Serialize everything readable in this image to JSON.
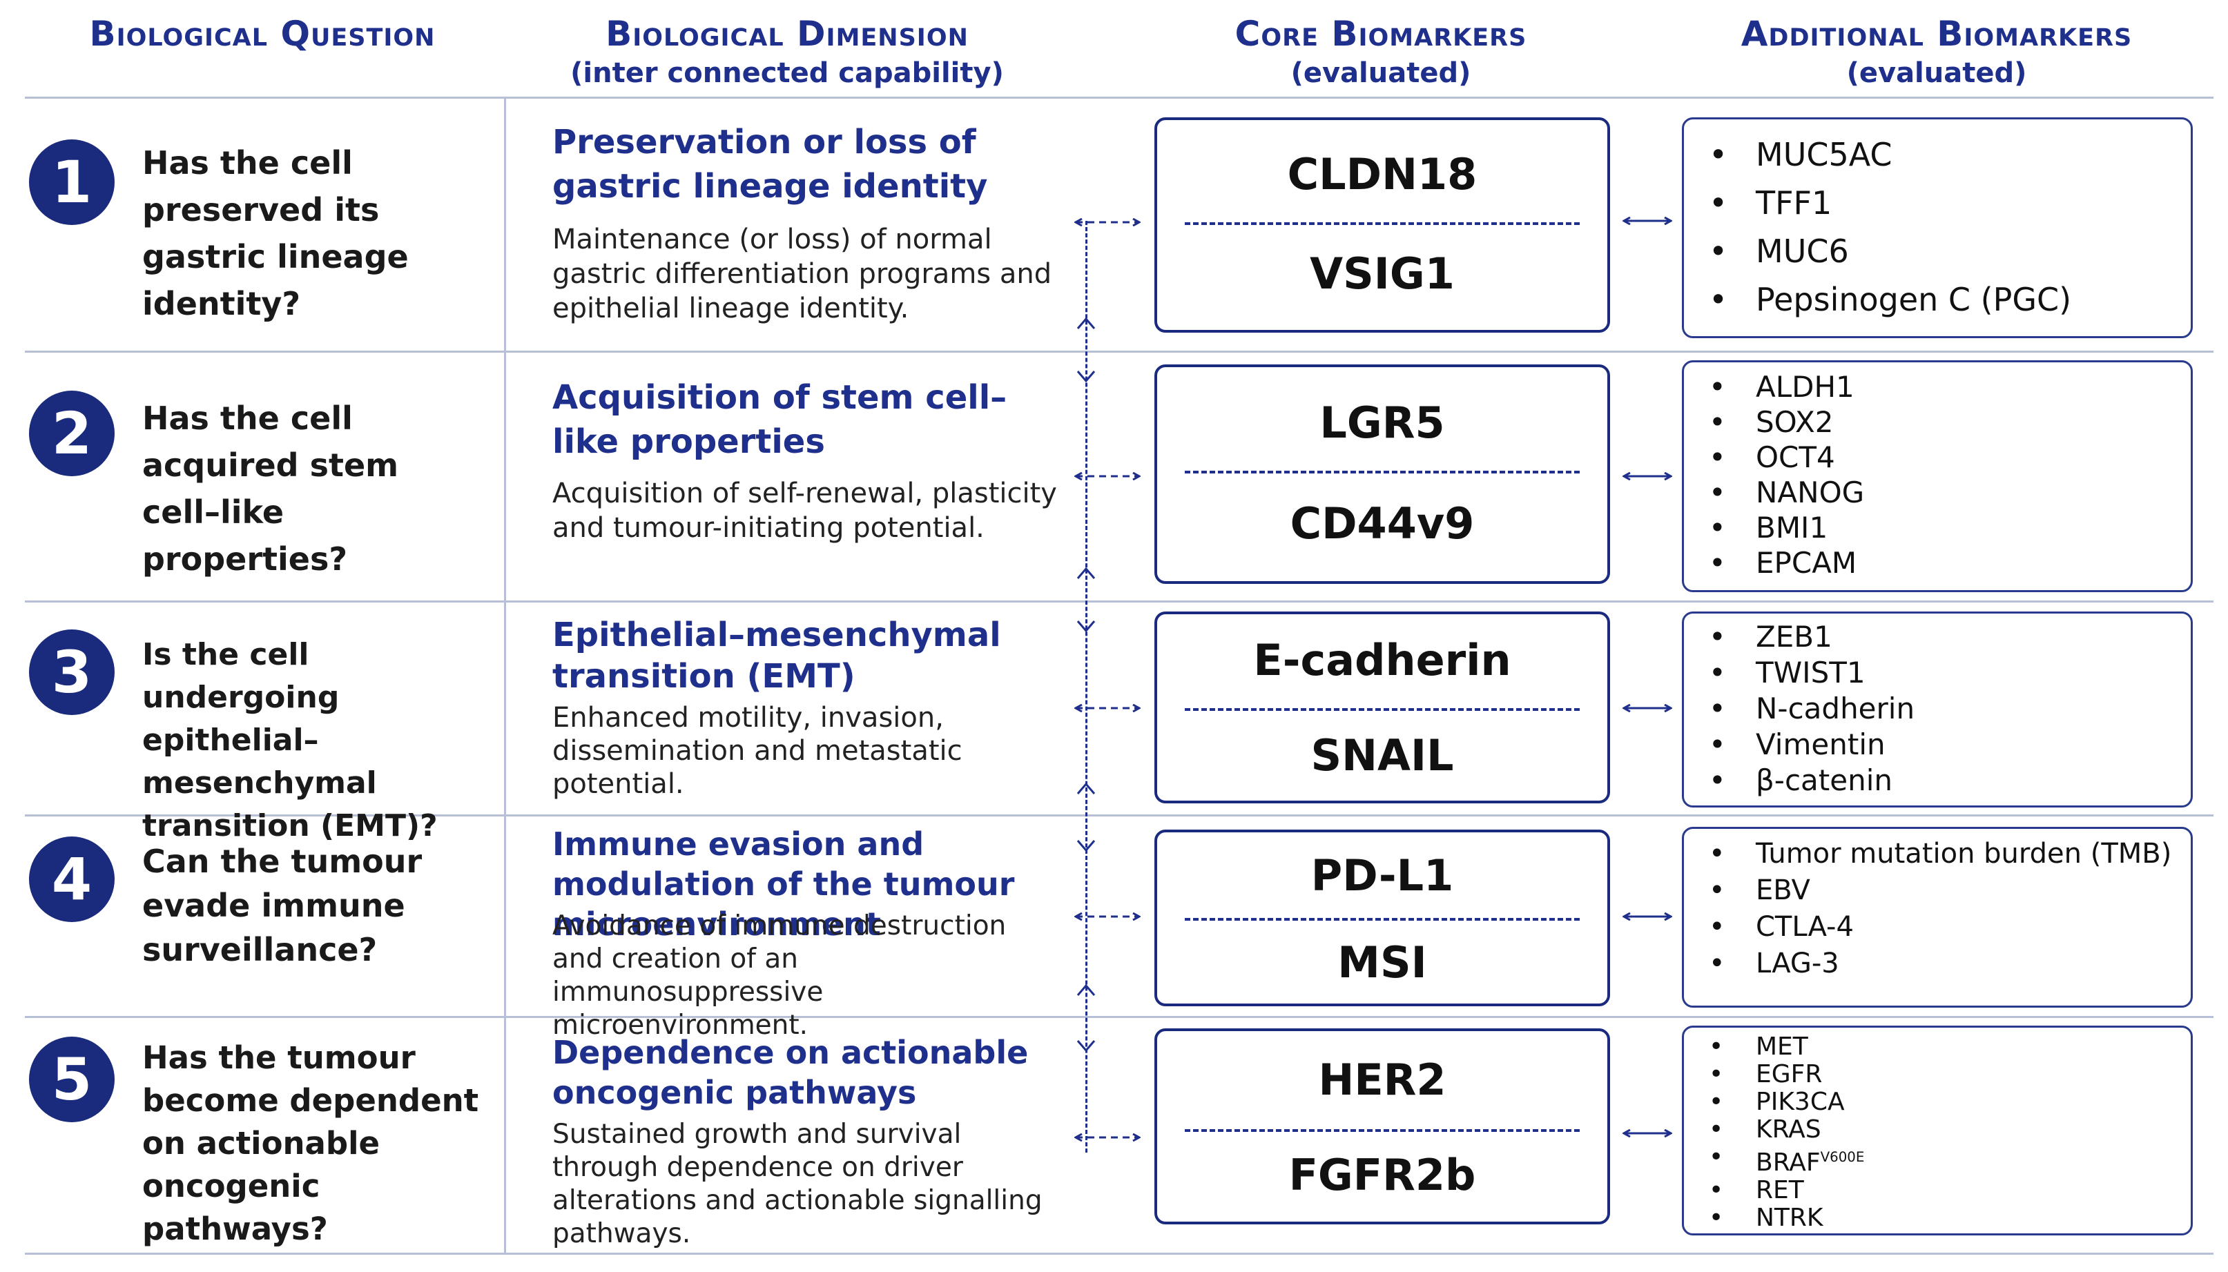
{
  "headers": {
    "question": {
      "title": "Biological Question",
      "subtitle": ""
    },
    "dimension": {
      "title": "Biological Dimension",
      "subtitle": "(inter connected capability)"
    },
    "core": {
      "title": "Core Biomarkers",
      "subtitle": "(evaluated)"
    },
    "additional": {
      "title": "Additional Biomarkers",
      "subtitle": "(evaluated)"
    }
  },
  "rows": [
    {
      "number": "1",
      "question": "Has the cell preserved its gastric lineage identity?",
      "dimension_title": "Preservation or loss of gastric lineage identity",
      "dimension_desc": "Maintenance (or loss) of normal gastric differentiation programs and epithelial lineage identity.",
      "core": [
        "CLDN18",
        "VSIG1"
      ],
      "additional": [
        "MUC5AC",
        "TFF1",
        "MUC6",
        "Pepsinogen C (PGC)"
      ]
    },
    {
      "number": "2",
      "question": "Has the cell acquired stem cell–like properties?",
      "dimension_title": "Acquisition of stem cell–like properties",
      "dimension_desc": "Acquisition of self-renewal, plasticity and tumour-initiating potential.",
      "core": [
        "LGR5",
        "CD44v9"
      ],
      "additional": [
        "ALDH1",
        "SOX2",
        "OCT4",
        "NANOG",
        "BMI1",
        "EPCAM"
      ]
    },
    {
      "number": "3",
      "question": "Is the cell undergoing epithelial–mesenchymal transition (EMT)?",
      "dimension_title": "Epithelial–mesenchymal transition (EMT)",
      "dimension_desc": "Enhanced motility, invasion, dissemination and metastatic potential.",
      "core": [
        "E-cadherin",
        "SNAIL"
      ],
      "additional": [
        "ZEB1",
        "TWIST1",
        "N-cadherin",
        "Vimentin",
        "β-catenin"
      ]
    },
    {
      "number": "4",
      "question": "Can the tumour evade immune surveillance?",
      "dimension_title": "Immune evasion and modulation of the tumour microenvironment",
      "dimension_desc": "Avoidance of immune destruction and creation of an immunosuppressive microenvironment.",
      "core": [
        "PD-L1",
        "MSI"
      ],
      "additional": [
        "Tumor mutation burden (TMB)",
        "EBV",
        "CTLA-4",
        "LAG-3"
      ]
    },
    {
      "number": "5",
      "question": "Has the tumour become dependent on actionable oncogenic pathways?",
      "dimension_title": "Dependence on actionable oncogenic pathways",
      "dimension_desc": "Sustained growth and survival through dependence on driver alterations and actionable signalling pathways.",
      "core": [
        "HER2",
        "FGFR2b"
      ],
      "additional": [
        "MET",
        "EGFR",
        "PIK3CA",
        "KRAS",
        "BRAF",
        "RET",
        "NTRK"
      ],
      "braf_superscript": "V600E"
    }
  ],
  "colors": {
    "navy": "#1a2a7c",
    "title_blue": "#1f2f8c",
    "rule": "#b8c0d8"
  }
}
